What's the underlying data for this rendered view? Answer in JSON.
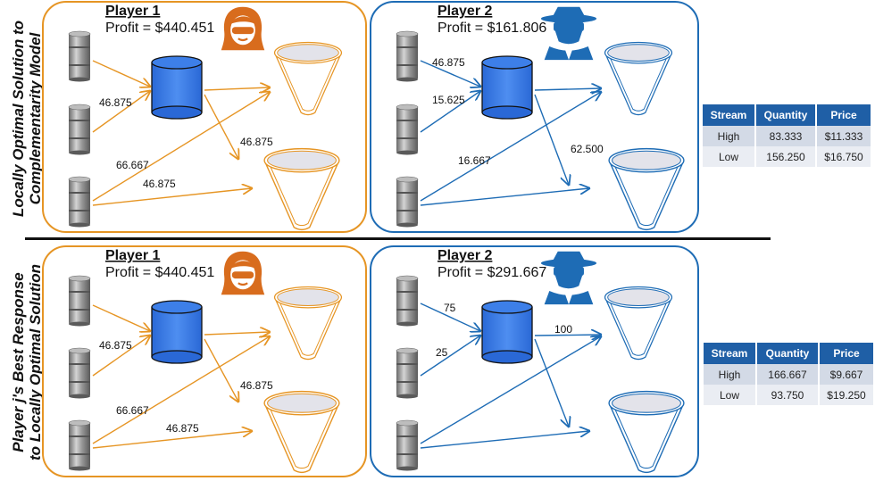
{
  "colors": {
    "player1": "#e69524",
    "player2": "#1e6cb5",
    "tank": "#3d7fe8",
    "table_header": "#1f5fa6"
  },
  "icons": {
    "player1": "woman-avatar-icon",
    "player2": "spy-avatar-icon"
  },
  "scenarios": [
    {
      "side_label": [
        "Locally Optimal Solution to",
        "Complementarity Model"
      ],
      "player1": {
        "title": "Player 1",
        "profit": "Profit = $440.451",
        "flows": [
          "46.875",
          "66.667",
          "46.875",
          "46.875"
        ]
      },
      "player2": {
        "title": "Player 2",
        "profit": "Profit = $161.806",
        "flows": [
          "46.875",
          "15.625",
          "16.667",
          "62.500"
        ]
      },
      "table": {
        "headers": [
          "Stream",
          "Quantity",
          "Price"
        ],
        "rows": [
          [
            "High",
            "83.333",
            "$11.333"
          ],
          [
            "Low",
            "156.250",
            "$16.750"
          ]
        ]
      }
    },
    {
      "side_label": [
        "Player j's Best Response",
        "to Locally Optimal Solution"
      ],
      "player1": {
        "title": "Player 1",
        "profit": "Profit = $440.451",
        "flows": [
          "46.875",
          "66.667",
          "46.875",
          "46.875"
        ]
      },
      "player2": {
        "title": "Player 2",
        "profit": "Profit = $291.667",
        "flows": [
          "75",
          "25",
          "100"
        ]
      },
      "table": {
        "headers": [
          "Stream",
          "Quantity",
          "Price"
        ],
        "rows": [
          [
            "High",
            "166.667",
            "$9.667"
          ],
          [
            "Low",
            "93.750",
            "$19.250"
          ]
        ]
      }
    }
  ]
}
